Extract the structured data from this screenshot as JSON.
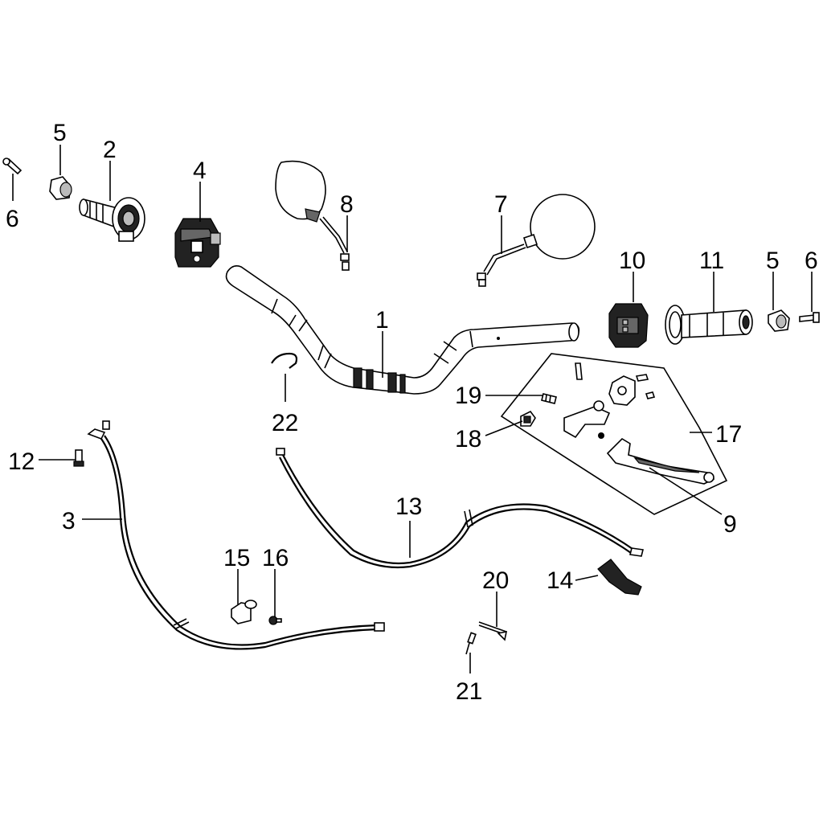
{
  "labels": {
    "l1": "1",
    "l2": "2",
    "l3": "3",
    "l4": "4",
    "l5a": "5",
    "l5b": "5",
    "l6a": "6",
    "l6b": "6",
    "l7": "7",
    "l8": "8",
    "l9": "9",
    "l10": "10",
    "l11": "11",
    "l12": "12",
    "l13": "13",
    "l14": "14",
    "l15": "15",
    "l16": "16",
    "l17": "17",
    "l18": "18",
    "l19": "19",
    "l20": "20",
    "l21": "21",
    "l22": "22"
  }
}
